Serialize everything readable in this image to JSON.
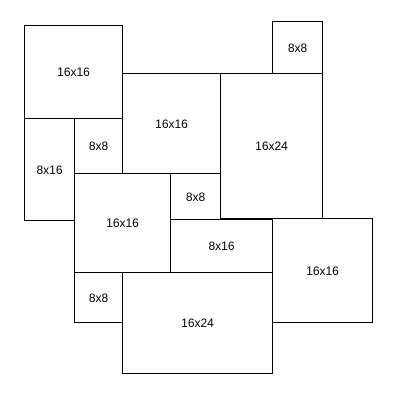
{
  "diagram": {
    "tiles": [
      {
        "id": "t1",
        "label": "16x16"
      },
      {
        "id": "t2",
        "label": "8x8"
      },
      {
        "id": "t3",
        "label": "16x16"
      },
      {
        "id": "t4",
        "label": "16x24"
      },
      {
        "id": "t5",
        "label": "8x16"
      },
      {
        "id": "t6",
        "label": "8x8"
      },
      {
        "id": "t7",
        "label": "8x8"
      },
      {
        "id": "t8",
        "label": "16x16"
      },
      {
        "id": "t9",
        "label": "8x16"
      },
      {
        "id": "t10",
        "label": "16x16"
      },
      {
        "id": "t11",
        "label": "8x8"
      },
      {
        "id": "t12",
        "label": "16x24"
      }
    ]
  }
}
